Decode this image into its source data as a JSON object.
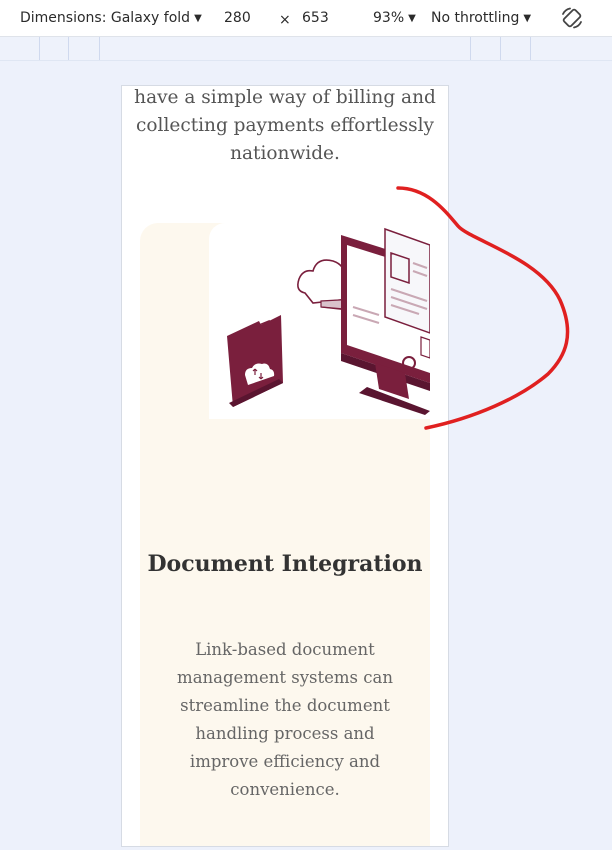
{
  "toolbar": {
    "dimensions_label": "Dimensions: Galaxy fold",
    "width": "280",
    "times_symbol": "×",
    "height": "653",
    "zoom": "93%",
    "throttling": "No throttling",
    "rotate_icon": "rotate-device-icon"
  },
  "page": {
    "intro_text": "have a simple way of billing and collecting payments effortlessly nationwide.",
    "card": {
      "illustration_icon": "document-cloud-integration-illustration",
      "title": "Document Integration",
      "description": "Link-based document management systems can streamline the document handling process and improve efficiency and convenience."
    }
  },
  "colors": {
    "accent": "#7a1f3d",
    "card_background": "#fdf8ee",
    "annotation": "#e02020"
  }
}
